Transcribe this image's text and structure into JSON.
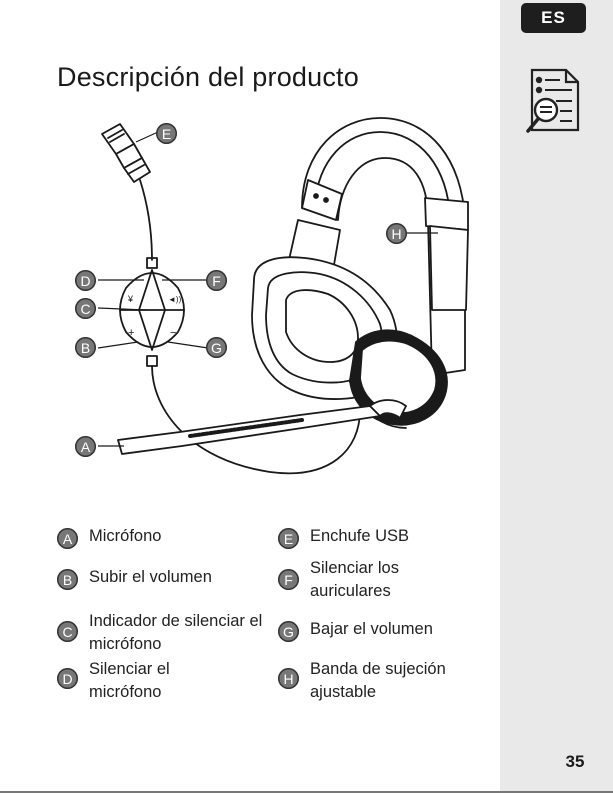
{
  "language_badge": "ES",
  "icons": {
    "document": "document-search-icon"
  },
  "page_title": "Descripción del producto",
  "page_number": "35",
  "colors": {
    "sidebar": "#e9e9e9",
    "badge": "#777777",
    "lang_badge": "#1e1e1e"
  },
  "diagram_labels": {
    "A": "A",
    "B": "B",
    "C": "C",
    "D": "D",
    "E": "E",
    "F": "F",
    "G": "G",
    "H": "H"
  },
  "legend": {
    "a": {
      "letter": "A",
      "text": "Micrófono"
    },
    "b": {
      "letter": "B",
      "text": "Subir el volumen"
    },
    "c": {
      "letter": "C",
      "text": "Indicador de silenciar el micrófono"
    },
    "d": {
      "letter": "D",
      "text": "Silenciar el micrófono"
    },
    "e": {
      "letter": "E",
      "text": "Enchufe USB"
    },
    "f": {
      "letter": "F",
      "text": "Silenciar los auriculares"
    },
    "g": {
      "letter": "G",
      "text": "Bajar el volumen"
    },
    "h": {
      "letter": "H",
      "text": "Banda de sujeción ajustable"
    }
  }
}
